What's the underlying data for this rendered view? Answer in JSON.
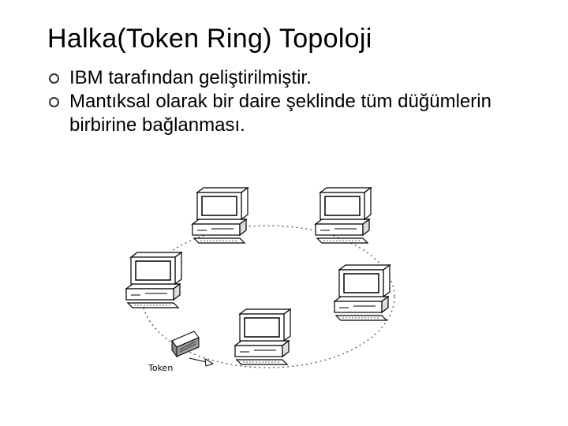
{
  "slide": {
    "title": "Halka(Token Ring) Topoloji",
    "bullets": [
      "IBM tarafından geliştirilmiştir.",
      "Mantıksal olarak bir daire şeklinde tüm düğümlerin birbirine bağlanması."
    ]
  },
  "diagram": {
    "token_label": "Token",
    "nodes": [
      "computer",
      "computer",
      "computer",
      "computer",
      "computer"
    ]
  }
}
